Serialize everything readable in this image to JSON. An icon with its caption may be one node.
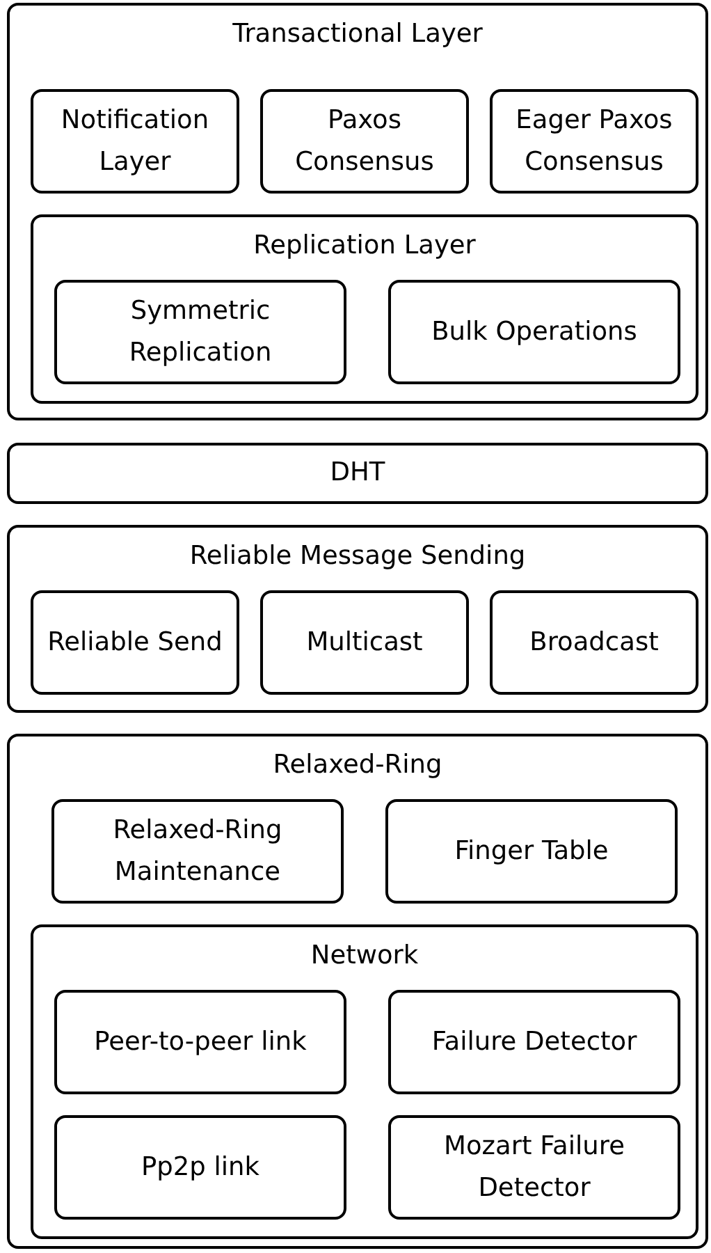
{
  "diagram": {
    "nodes": [
      {
        "text": [
          "Transactional Layer"
        ]
      },
      {
        "text": [
          "Notification Layer"
        ],
        "in": 0
      },
      {
        "text": [
          "Paxos Consensus"
        ],
        "in": 0
      },
      {
        "text": [
          "Eager Paxos Consensus"
        ],
        "in": 0
      },
      {
        "text": [
          "Replication Layer"
        ],
        "in": 0
      },
      {
        "text": [
          "Symmetric Replication"
        ],
        "in": 4
      },
      {
        "text": [
          "Bulk Operations"
        ],
        "in": 4
      },
      {
        "text": [
          "DHT"
        ]
      },
      {
        "text": [
          "Reliable Message Sending"
        ]
      },
      {
        "text": [
          "Reliable Send"
        ],
        "in": 8
      },
      {
        "text": [
          "Multicast"
        ],
        "in": 8
      },
      {
        "text": [
          "Broadcast"
        ],
        "in": 8
      },
      {
        "text": [
          "Relaxed-Ring"
        ]
      },
      {
        "text": [
          "Relaxed-Ring Maintenance"
        ],
        "in": 12
      },
      {
        "text": [
          "Finger Table"
        ],
        "in": 12
      },
      {
        "text": [
          "Network"
        ],
        "in": 12
      },
      {
        "text": [
          "Peer-to-peer link"
        ],
        "in": 15
      },
      {
        "text": [
          "Failure Detector"
        ],
        "in": 15
      },
      {
        "text": [
          "Pp2p link"
        ],
        "in": 15
      },
      {
        "text": [
          "Mozart Failure Detector"
        ],
        "in": 15
      }
    ]
  }
}
